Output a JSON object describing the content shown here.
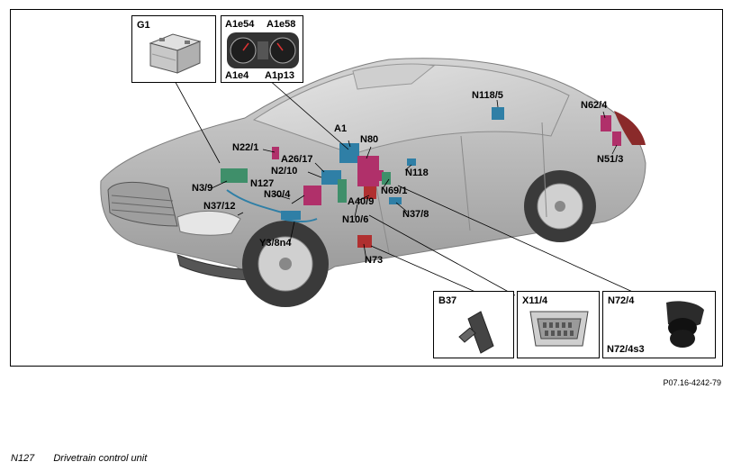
{
  "insets": {
    "g1": {
      "label": "G1"
    },
    "cluster": {
      "labels": [
        "A1e54",
        "A1e58",
        "A1e4",
        "A1p13"
      ]
    },
    "b37": {
      "label": "B37"
    },
    "x11": {
      "label": "X11/4"
    },
    "n72": {
      "label": "N72/4",
      "sub_label": "N72/4s3"
    }
  },
  "callouts": {
    "n22_1": "N22/1",
    "a1": "A1",
    "n80": "N80",
    "a26_17": "A26/17",
    "n2_10": "N2/10",
    "n118": "N118",
    "n3_9": "N3/9",
    "n127": "N127",
    "n30_4": "N30/4",
    "n69_1": "N69/1",
    "n37_12": "N37/12",
    "a40_9": "A40/9",
    "n37_8": "N37/8",
    "n10_6": "N10/6",
    "y3_8n4": "Y3/8n4",
    "n73": "N73",
    "n118_5": "N118/5",
    "n62_4": "N62/4",
    "n51_3": "N51/3"
  },
  "reference": "P07.16-4242-79",
  "caption": {
    "code": "N127",
    "text": "Drivetrain control unit"
  },
  "colors": {
    "component_blue": "#2f7fa6",
    "component_magenta": "#b0306a",
    "component_green": "#3f8f6a",
    "component_red": "#b03030",
    "car_body": "#b9b9b9"
  }
}
